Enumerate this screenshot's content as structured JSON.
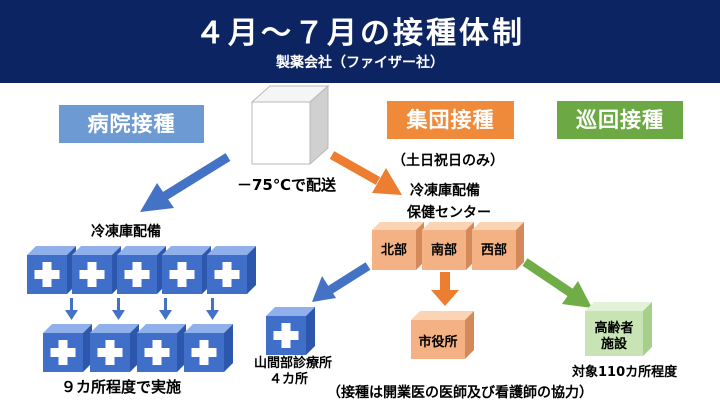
{
  "header": {
    "title": "４月～７月の接種体制",
    "subtitle": "製薬会社（ファイザー社）"
  },
  "categories": {
    "hospital": "病院接種",
    "group": "集団接種",
    "mobile": "巡回接種"
  },
  "notes": {
    "weekends": "（土日祝日のみ）",
    "shipping": "－75℃で配送",
    "freezer_left": "冷凍庫配備",
    "freezer_right": "冷凍庫配備",
    "health_center": "保健センター",
    "nine_sites": "９カ所程度で実施",
    "clinic_line1": "山間部診療所",
    "clinic_line2": "４カ所",
    "facilities": "対象110カ所程度",
    "footer": "（接種は開業医の医師及び看護師の協力）"
  },
  "boxes": {
    "north": "北部",
    "south": "南部",
    "west": "西部",
    "city_hall": "市役所",
    "elderly_line1": "高齢者",
    "elderly_line2": "施設"
  },
  "colors": {
    "navy": "#0c2461",
    "blue_cube": "#3f6fc9",
    "blue_arrow": "#4472c4",
    "orange_arrow": "#ed7d31",
    "green_arrow": "#70ad47",
    "salmon": "#f4b183",
    "green_box": "#c9e4b4"
  }
}
